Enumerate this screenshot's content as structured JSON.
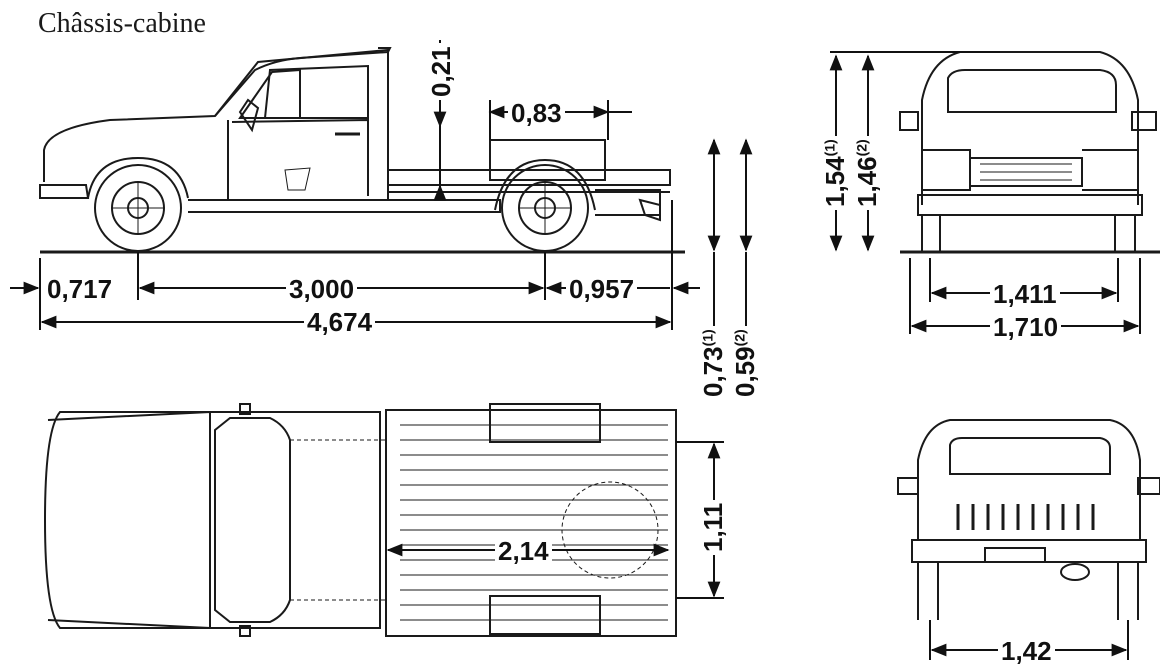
{
  "title": "Châssis-cabine",
  "dimensions": {
    "front_overhang": "0,717",
    "wheelbase": "3,000",
    "rear_overhang": "0,957",
    "overall_length": "4,674",
    "bed_offset": "0,83",
    "frame_clearance": "0,21",
    "height_1": "1,54",
    "height_1_note": "(1)",
    "height_2": "1,46",
    "height_2_note": "(2)",
    "frame_height_1": "0,73",
    "frame_height_1_note": "(1)",
    "frame_height_2": "0,59",
    "frame_height_2_note": "(2)",
    "front_track": "1,411",
    "overall_width": "1,710",
    "rear_track": "1,42",
    "bed_width": "1,11",
    "bed_length": "2,14"
  }
}
